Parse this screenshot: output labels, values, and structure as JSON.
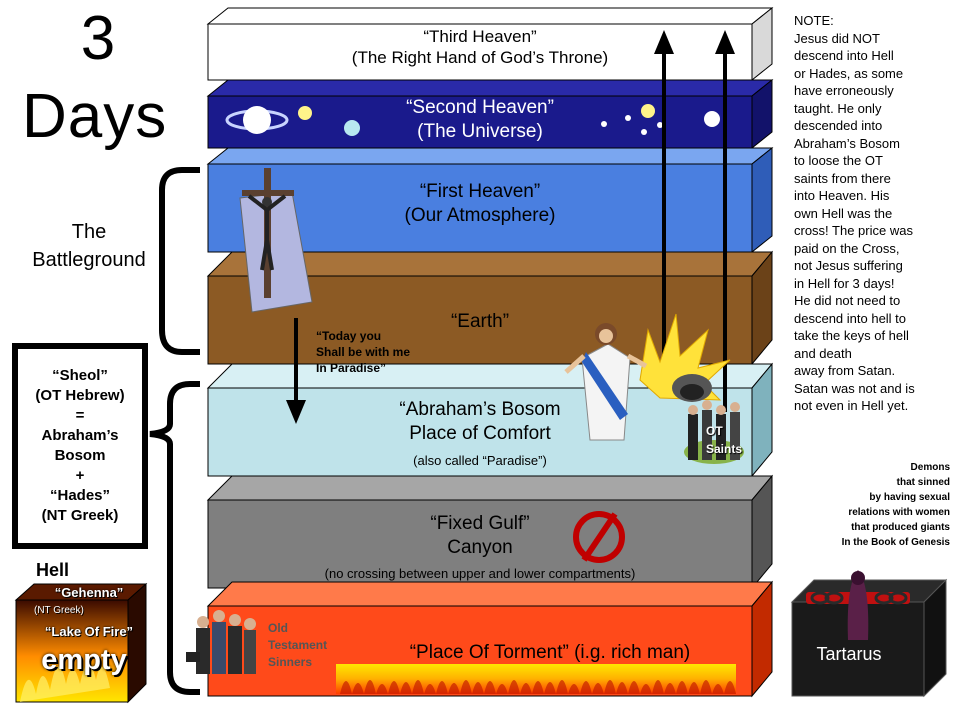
{
  "title": {
    "number": "3",
    "word": "Days"
  },
  "battleground": {
    "line1": "The",
    "line2": "Battleground"
  },
  "sheol": {
    "lines": [
      "“Sheol”",
      "(OT Hebrew)",
      "=",
      "Abraham’s",
      "Bosom",
      "+",
      "“Hades”",
      "(NT Greek)"
    ]
  },
  "hell": {
    "title": "Hell",
    "gehenna": "“Gehenna”",
    "nt_greek": "(NT Greek)",
    "lake": "“Lake Of Fire”",
    "empty": "empty"
  },
  "layers": {
    "third_heaven": {
      "line1": "“Third Heaven”",
      "line2": "(The Right Hand of God’s Throne)",
      "color": "#ffffff"
    },
    "second_heaven": {
      "line1": "“Second Heaven”",
      "line2": "(The Universe)",
      "color": "#1a1a8c"
    },
    "first_heaven": {
      "line1": "“First Heaven”",
      "line2": "(Our Atmosphere)",
      "color": "#4a7fe0"
    },
    "earth": {
      "line1": "“Earth”",
      "color": "#8c5a24"
    },
    "abrahams_bosom": {
      "line1": "“Abraham’s Bosom",
      "line2": "Place of Comfort",
      "sub": "(also called “Paradise”)",
      "color": "#bfe3ea"
    },
    "fixed_gulf": {
      "line1": "“Fixed Gulf”",
      "line2": "Canyon",
      "sub": "(no crossing between upper and lower compartments)",
      "color": "#7f7f7f"
    },
    "torment": {
      "line1": "“Place Of Torment” (i.g. rich man)",
      "color": "#ff4a1a"
    }
  },
  "today_quote": {
    "line1": "“Today you",
    "line2": "Shall be with me",
    "line3": "In Paradise”"
  },
  "ot_saints": {
    "line1": "OT",
    "line2": "Saints"
  },
  "ot_sinners": {
    "line1": "Old",
    "line2": "Testament",
    "line3": "Sinners"
  },
  "note": {
    "lines": [
      "NOTE:",
      "Jesus did NOT",
      "descend into Hell",
      "or Hades, as some",
      "have erroneously",
      "taught.  He only",
      "descended into",
      "Abraham’s Bosom",
      "to loose the OT",
      "saints from there",
      "into Heaven.  His",
      "own Hell was the",
      "cross! The price was",
      "paid on the Cross,",
      "not Jesus suffering",
      "in Hell for 3 days!",
      "He did not need to",
      "descend into hell to",
      "take the keys of hell",
      "and death",
      "away from Satan.",
      "Satan was not and is",
      "not even in Hell yet."
    ]
  },
  "demons": {
    "lines": [
      "Demons",
      "that sinned",
      "by having sexual",
      "relations with women",
      "that produced giants",
      "In the Book of Genesis"
    ]
  },
  "tartarus": {
    "label": "Tartarus"
  },
  "icons": [
    "crucifix-icon",
    "planet-icon",
    "jesus-figure-icon",
    "empty-tomb-icon",
    "prohibited-icon",
    "flames-icon",
    "chained-demon-icon",
    "people-group-icon"
  ]
}
